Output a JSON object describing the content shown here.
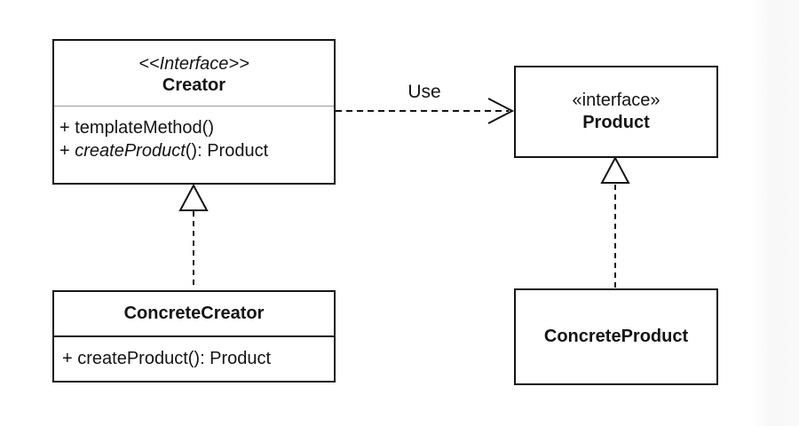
{
  "diagram": {
    "classes": {
      "creator": {
        "stereotype": "<<Interface>>",
        "name": "Creator",
        "method1": "+ templateMethod()",
        "method2_prefix": "+ ",
        "method2_name": "createProduct",
        "method2_suffix": "(): Product"
      },
      "product": {
        "stereotype": "«interface»",
        "name": "Product"
      },
      "concrete_creator": {
        "name": "ConcreteCreator",
        "method": "+ createProduct(): Product"
      },
      "concrete_product": {
        "name": "ConcreteProduct"
      }
    },
    "relations": {
      "dependency_label": "Use"
    },
    "colors": {
      "stroke": "#141414",
      "divider": "#999999",
      "background": "#ffffff"
    }
  }
}
